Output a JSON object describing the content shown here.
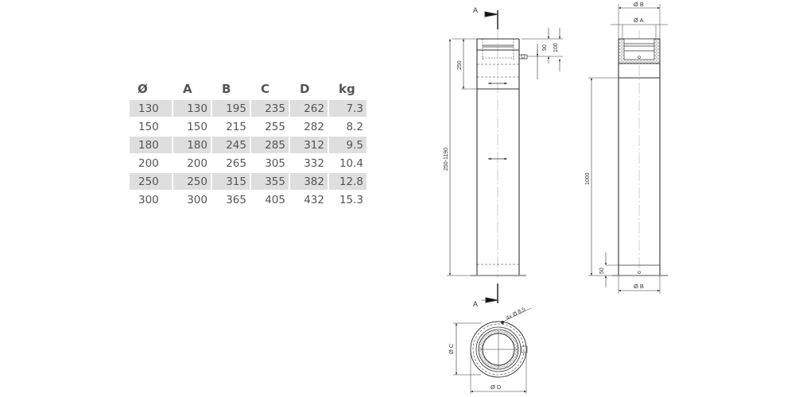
{
  "table": {
    "headers": [
      "Ø",
      "A",
      "B",
      "C",
      "D",
      "kg"
    ],
    "rows": [
      [
        "130",
        "130",
        "195",
        "235",
        "262",
        "7.3"
      ],
      [
        "150",
        "150",
        "215",
        "255",
        "282",
        "8.2"
      ],
      [
        "180",
        "180",
        "245",
        "285",
        "312",
        "9.5"
      ],
      [
        "200",
        "200",
        "265",
        "305",
        "332",
        "10.4"
      ],
      [
        "250",
        "250",
        "315",
        "355",
        "382",
        "12.8"
      ],
      [
        "300",
        "300",
        "365",
        "405",
        "432",
        "15.3"
      ]
    ]
  },
  "drawing": {
    "section_label": "A",
    "side_view": {
      "dim_top": "250",
      "dim_length": "250-1190",
      "dim_90": "90",
      "dim_100": "100"
    },
    "front_view": {
      "dim_outer": "Ø B",
      "dim_inner": "Ø A",
      "dim_length": "1000",
      "dim_base": "50",
      "dim_bottom": "Ø B"
    },
    "plan_view": {
      "holes": "4x Ø 8,5",
      "dim_c": "Ø C",
      "dim_d": "Ø D"
    }
  }
}
